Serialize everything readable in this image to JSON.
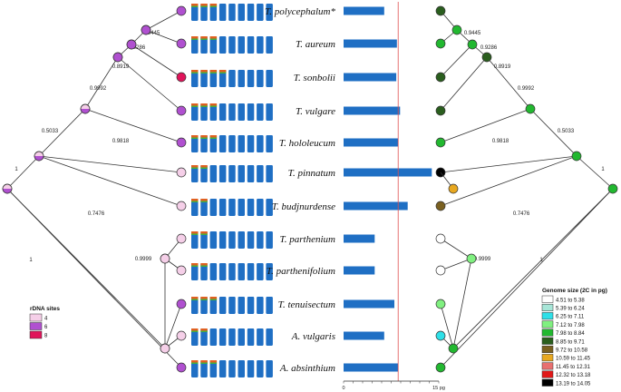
{
  "taxa": [
    {
      "label": "T. polycephalum*",
      "rdna": "6",
      "genome_2c_pg": 6.4,
      "genome_bin": 5
    },
    {
      "label": "T. aureum",
      "rdna": "6",
      "genome_2c_pg": 8.4,
      "genome_bin": 4
    },
    {
      "label": "T. sonbolii",
      "rdna": "8",
      "genome_2c_pg": 8.3,
      "genome_bin": 5
    },
    {
      "label": "T. vulgare",
      "rdna": "6",
      "genome_2c_pg": 8.9,
      "genome_bin": 5
    },
    {
      "label": "T. hololeucum",
      "rdna": "6",
      "genome_2c_pg": 8.6,
      "genome_bin": 4
    },
    {
      "label": "T. pinnatum",
      "rdna": "4",
      "genome_2c_pg": 13.9,
      "genome_bin": 12
    },
    {
      "label": "T. budjnurdense",
      "rdna": "4",
      "genome_2c_pg": 10.1,
      "genome_bin": 6
    },
    {
      "label": "T. parthenium",
      "rdna": "4",
      "genome_2c_pg": 4.9,
      "genome_bin": 0
    },
    {
      "label": "T. parthenifolium",
      "rdna": "4",
      "genome_2c_pg": 4.9,
      "genome_bin": 0
    },
    {
      "label": "T. tenuisectum",
      "rdna": "6",
      "genome_2c_pg": 8.0,
      "genome_bin": 3
    },
    {
      "label": "A. vulgaris",
      "rdna": "4",
      "genome_2c_pg": 6.4,
      "genome_bin": 2
    },
    {
      "label": "A. absinthium",
      "rdna": "6",
      "genome_2c_pg": 8.6,
      "genome_bin": 4
    }
  ],
  "branch_supports": [
    "0.9445",
    "0.9286",
    "0.8919",
    "0.9992",
    "0.5033",
    "0.9818",
    "0.7476",
    "1",
    "0.9999",
    "1"
  ],
  "bar_axis": {
    "min_label": "0",
    "max_label": "15 pg",
    "max": 15,
    "reference_line": 8.6
  },
  "rdna_legend": {
    "title": "rDNA sites",
    "items": [
      {
        "label": "4",
        "color": "#f5cfe8"
      },
      {
        "label": "6",
        "color": "#b050d0"
      },
      {
        "label": "8",
        "color": "#e0145a"
      }
    ]
  },
  "genome_legend": {
    "title": "Genome size (2C in pg)",
    "items": [
      {
        "label": "4.51 to 5.38",
        "color": "#ffffff"
      },
      {
        "label": "5.39 to 6.24",
        "color": "#a8e6d8"
      },
      {
        "label": "6.25 to 7.11",
        "color": "#2ee0e8"
      },
      {
        "label": "7.12 to 7.98",
        "color": "#80f080"
      },
      {
        "label": "7.98 to 8.84",
        "color": "#22b830"
      },
      {
        "label": "8.85 to 9.71",
        "color": "#2a5e1e"
      },
      {
        "label": "9.72 to 10.58",
        "color": "#7a6020"
      },
      {
        "label": "10.59 to 11.45",
        "color": "#e8a820"
      },
      {
        "label": "11.45 to 12.31",
        "color": "#e87070"
      },
      {
        "label": "12.32 to 13.18",
        "color": "#e01818"
      },
      {
        "label": "13.19 to 14.05",
        "color": "#000000"
      }
    ]
  },
  "colors": {
    "bar": "#1f6fc4",
    "reference_line": "#e05050",
    "chromosome": "#1f6fc4",
    "branch": "#333333"
  }
}
